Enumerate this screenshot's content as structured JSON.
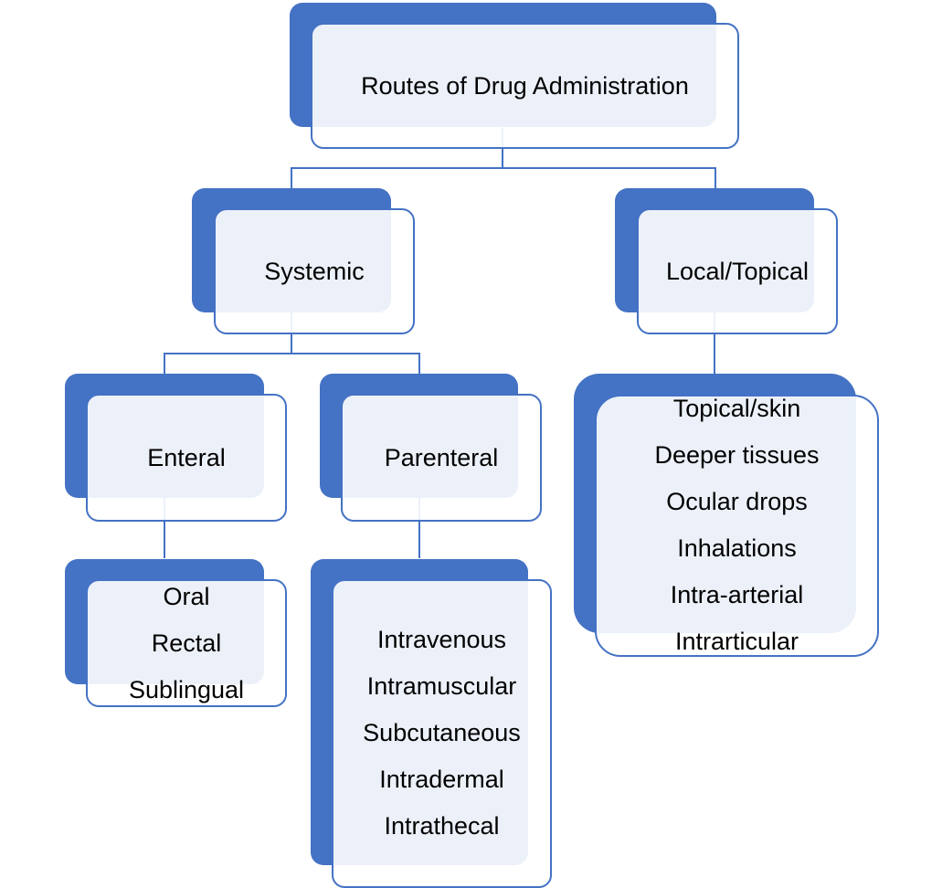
{
  "diagram": {
    "title": "Routes of Drug Administration",
    "colors": {
      "accent": "#4472c4",
      "card_fill": "#ecf0f9",
      "text": "#000000"
    },
    "nodes": {
      "root": {
        "label": "Routes of Drug Administration"
      },
      "systemic": {
        "label": "Systemic"
      },
      "local": {
        "label": "Local/Topical"
      },
      "enteral": {
        "label": "Enteral"
      },
      "parenteral": {
        "label": "Parenteral"
      }
    },
    "lists": {
      "enteral_routes": [
        "Oral",
        "Rectal",
        "Sublingual"
      ],
      "parenteral_routes": [
        "Intravenous",
        "Intramuscular",
        "Subcutaneous",
        "Intradermal",
        "Intrathecal"
      ],
      "local_routes": [
        "Topical/skin",
        "Deeper tissues",
        "Ocular drops",
        "Inhalations",
        "Intra-arterial",
        "Intrarticular"
      ]
    },
    "edges": [
      [
        "Routes of Drug Administration",
        "Systemic"
      ],
      [
        "Routes of Drug Administration",
        "Local/Topical"
      ],
      [
        "Systemic",
        "Enteral"
      ],
      [
        "Systemic",
        "Parenteral"
      ],
      [
        "Enteral",
        "Oral / Rectal / Sublingual"
      ],
      [
        "Parenteral",
        "Intravenous / Intramuscular / Subcutaneous / Intradermal / Intrathecal"
      ],
      [
        "Local/Topical",
        "Topical/skin / Deeper tissues / Ocular drops / Inhalations / Intra-arterial / Intrarticular"
      ]
    ]
  }
}
